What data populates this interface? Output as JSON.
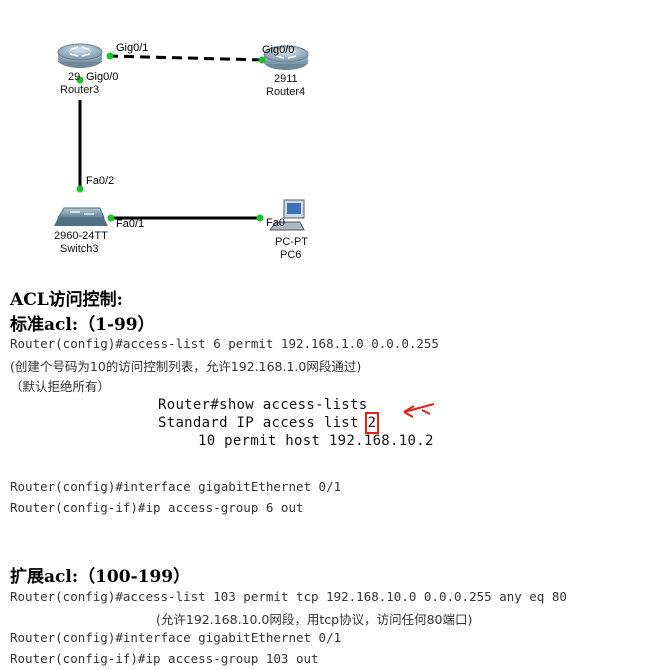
{
  "topology": {
    "router3": {
      "model": "29",
      "name": "Router3"
    },
    "router4": {
      "model": "2911",
      "name": "Router4"
    },
    "switch3": {
      "model": "2960-24TT",
      "name": "Switch3"
    },
    "pc6": {
      "model": "PC-PT",
      "name": "PC6"
    },
    "ports": {
      "r3_gig01": "Gig0/1",
      "r4_gig00": "Gig0/0",
      "r3_gig00": "Gig0/0",
      "sw_fa02": "Fa0/2",
      "sw_fa01": "Fa0/1",
      "pc_fa0": "Fa0"
    },
    "colors": {
      "link_solid": "#000000",
      "port_dot": "#22c02a",
      "highlight": "#e0201a"
    }
  },
  "content": {
    "title": "ACL访问控制:",
    "standard_heading": "标准acl:（1-99）",
    "std_cmd1": "Router(config)#access-list 6 permit 192.168.1.0 0.0.0.255",
    "std_note1": "(创建个号码为10的访问控制列表，允许192.168.1.0网段通过)",
    "std_note2": "（默认拒绝所有）",
    "show_cmd": "Router#show access-lists",
    "show_line_prefix": "Standard IP access list ",
    "show_line_num": "2",
    "show_entry": "10 permit host 192.168.10.2",
    "std_cmd2": "Router(config)#interface gigabitEthernet 0/1",
    "std_cmd3": "Router(config-if)#ip access-group 6 out",
    "extended_heading": "扩展acl:（100-199）",
    "ext_cmd1": "Router(config)#access-list 103 permit tcp 192.168.10.0 0.0.0.255 any eq 80",
    "ext_note1": "(允许192.168.10.0网段，用tcp协议，访问任何80端口)",
    "ext_cmd2": "Router(config)#interface gigabitEthernet 0/1",
    "ext_cmd3": "Router(config-if)#ip access-group 103 out"
  }
}
